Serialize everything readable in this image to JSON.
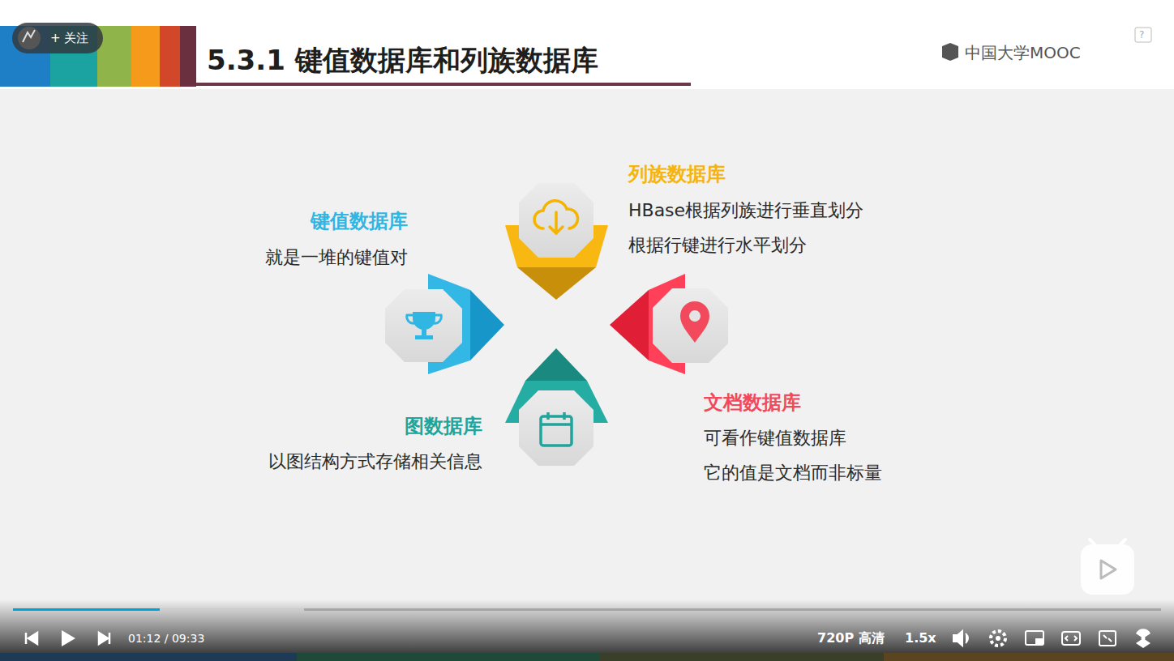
{
  "diagram": {
    "title": "5.3.1 键值数据库和列族数据库",
    "nodes": [
      {
        "text": [
          "列族数据库",
          "HBase根据列族进行垂直划分",
          "根据行键进行水平划分"
        ]
      },
      {
        "text": [
          "键值数据库",
          "就是一堆的键值对"
        ]
      },
      {
        "text": [
          "文档数据库",
          "可看作键值数据库",
          "它的值是文档而非标量"
        ]
      },
      {
        "text": [
          "图数据库",
          "以图结构方式存储相关信息"
        ]
      }
    ],
    "labels": [
      "+ 关注",
      "中国大学MOOC",
      "?",
      "01:12 / 09:33",
      "720P 高清",
      "1.5x"
    ]
  }
}
